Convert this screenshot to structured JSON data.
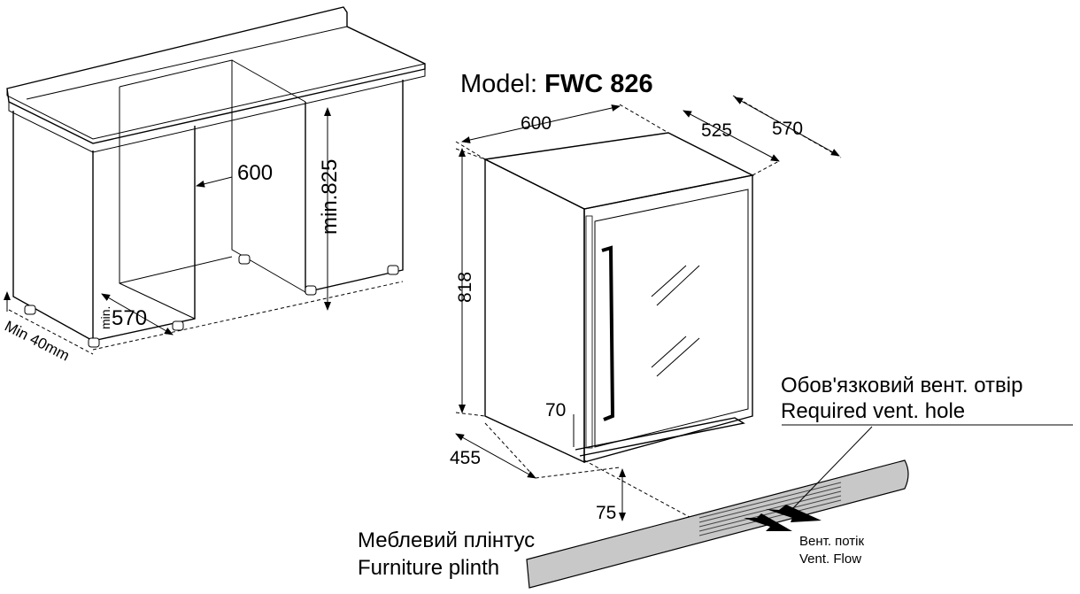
{
  "model": {
    "prefix": "Model:",
    "name": "FWC 826"
  },
  "cabinet_dims": {
    "width": "600",
    "height": "min.825",
    "depth_prefix": "min.",
    "depth": "570",
    "gap": "Min 40mm"
  },
  "fridge_dims": {
    "width": "600",
    "depth_body": "525",
    "depth_total": "570",
    "height": "818",
    "plinth_depth": "455",
    "vent_offset": "70",
    "plinth_height": "75"
  },
  "callouts": {
    "vent_hole_uk": "Обов'язковий вент. отвір",
    "vent_hole_en": "Required vent. hole",
    "plinth_uk": "Меблевий плінтус",
    "plinth_en": "Furniture plinth",
    "flow_uk": "Вент. потік",
    "flow_en": "Vent. Flow"
  }
}
